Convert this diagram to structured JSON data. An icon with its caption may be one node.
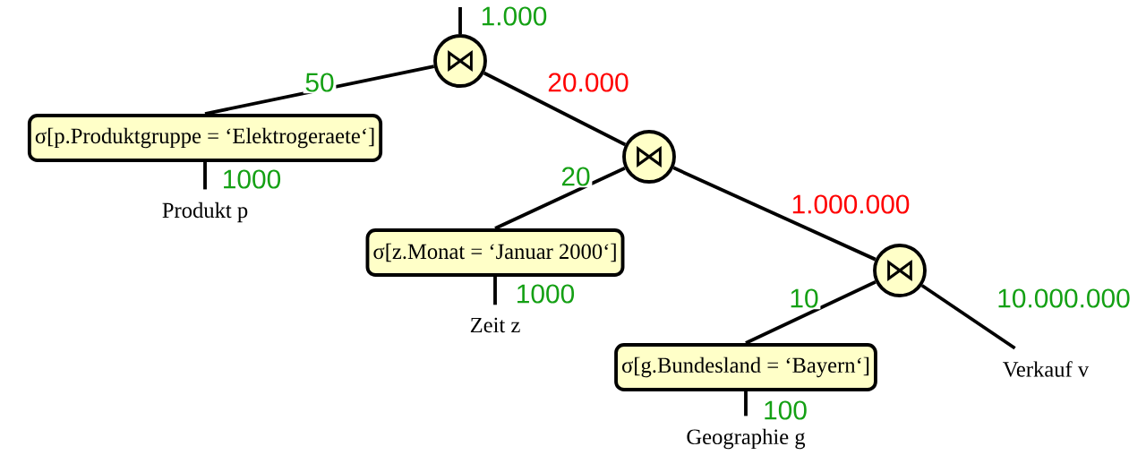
{
  "diagram": {
    "nodes": [
      {
        "text": [
          "⋈"
        ]
      },
      {
        "text": [
          "σ[p.Produktgruppe = ‘Elektrogeraete‘]"
        ]
      },
      {
        "text": [
          "Produkt p"
        ]
      },
      {
        "text": [
          "⋈"
        ]
      },
      {
        "text": [
          "σ[z.Monat = ‘Januar 2000‘]"
        ]
      },
      {
        "text": [
          "Zeit z"
        ]
      },
      {
        "text": [
          "⋈"
        ]
      },
      {
        "text": [
          "σ[g.Bundesland = ‘Bayern‘]"
        ]
      },
      {
        "text": [
          "Geographie g"
        ]
      },
      {
        "text": [
          "Verkauf  v"
        ]
      }
    ],
    "edges": [
      {
        "from": 0,
        "to": null,
        "arrow": "none",
        "label": "1.000"
      },
      {
        "from": 0,
        "to": 1,
        "arrow": "none",
        "label": "50"
      },
      {
        "from": 0,
        "to": 3,
        "arrow": "none",
        "label": "20.000"
      },
      {
        "from": 1,
        "to": 2,
        "arrow": "none",
        "label": "1000"
      },
      {
        "from": 3,
        "to": 4,
        "arrow": "none",
        "label": "20"
      },
      {
        "from": 3,
        "to": 6,
        "arrow": "none",
        "label": "1.000.000"
      },
      {
        "from": 4,
        "to": 5,
        "arrow": "none",
        "label": "1000"
      },
      {
        "from": 6,
        "to": 7,
        "arrow": "none",
        "label": "10"
      },
      {
        "from": 6,
        "to": 9,
        "arrow": "none",
        "label": "10.000.000"
      },
      {
        "from": 7,
        "to": 8,
        "arrow": "none",
        "label": "100"
      }
    ]
  }
}
